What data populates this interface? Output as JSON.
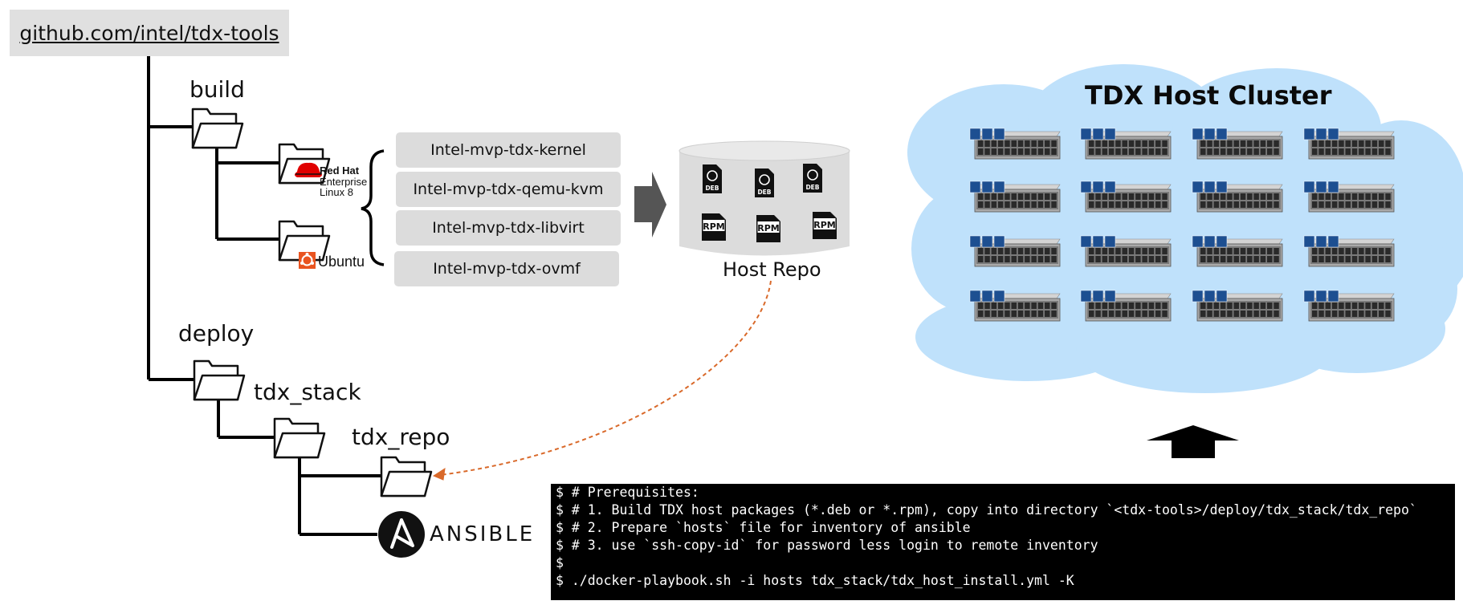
{
  "repo": {
    "url": "github.com/intel/tdx-tools"
  },
  "tree": {
    "build": "build",
    "deploy": "deploy",
    "tdx_stack": "tdx_stack",
    "tdx_repo": "tdx_repo"
  },
  "os": {
    "redhat_line1": "Red Hat",
    "redhat_line2": "Enterprise",
    "redhat_line3": "Linux 8",
    "ubuntu": "Ubuntu",
    "ansible": "ANSIBLE"
  },
  "packages": [
    "Intel-mvp-tdx-kernel",
    "Intel-mvp-tdx-qemu-kvm",
    "Intel-mvp-tdx-libvirt",
    "Intel-mvp-tdx-ovmf"
  ],
  "host_repo": {
    "label": "Host Repo",
    "deb": "DEB",
    "rpm": "RPM"
  },
  "cluster": {
    "title": "TDX Host Cluster",
    "rows": 4,
    "cols": 4
  },
  "terminal": {
    "lines": [
      "$ # Prerequisites:",
      "$ # 1. Build TDX host packages (*.deb or *.rpm), copy into directory `<tdx-tools>/deploy/tdx_stack/tdx_repo`",
      "$ # 2. Prepare `hosts` file for inventory of ansible",
      "$ # 3. use `ssh-copy-id` for password less login to remote inventory",
      "$",
      "$ ./docker-playbook.sh -i hosts tdx_stack/tdx_host_install.yml -K"
    ]
  },
  "colors": {
    "cloud": "#bfe1fb",
    "dashed_arrow": "#d9692a",
    "package_box": "#dcdcdc",
    "repo_link_bg": "#e0e0e0",
    "redhat_red": "#e00000",
    "ubuntu_orange": "#e95420"
  },
  "icons": [
    "folder-icon",
    "redhat-logo",
    "ubuntu-logo",
    "ansible-logo",
    "deb-file-icon",
    "rpm-file-icon",
    "server-icon",
    "database-icon"
  ]
}
